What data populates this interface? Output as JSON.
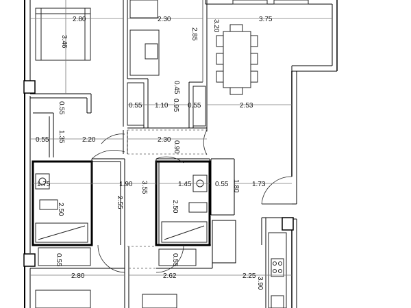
{
  "dimensions": {
    "d_2_80_top": "2.80",
    "d_2_30_top": "2.30",
    "d_3_75": "3.75",
    "d_3_46": "3.46",
    "d_2_85": "2.85",
    "d_3_20": "3.20",
    "d_0_45": "0.45",
    "d_0_55_a": "0.55",
    "d_1_10": "1.10",
    "d_0_95": "0.95",
    "d_0_55_b": "0.55",
    "d_2_53": "2.53",
    "d_0_55_c": "0.55",
    "d_0_55_d": "0.55",
    "d_1_35": "1.35",
    "d_2_20": "2.20",
    "d_2_30_mid": "2.30",
    "d_0_90": "0.90",
    "d_1_75": "1.75",
    "d_1_90": "1.90",
    "d_3_55": "3.55",
    "d_1_45": "1.45",
    "d_0_55_e": "0.55",
    "d_1_80": "1.80",
    "d_1_73": "1.73",
    "d_2_50_a": "2.50",
    "d_2_55": "2.55",
    "d_2_50_b": "2.50",
    "d_0_55_f": "0.55",
    "d_0_55_g": "0.55",
    "d_2_80_bottom": "2.80",
    "d_2_62": "2.62",
    "d_2_25": "2.25",
    "d_3_90": "3.90"
  }
}
